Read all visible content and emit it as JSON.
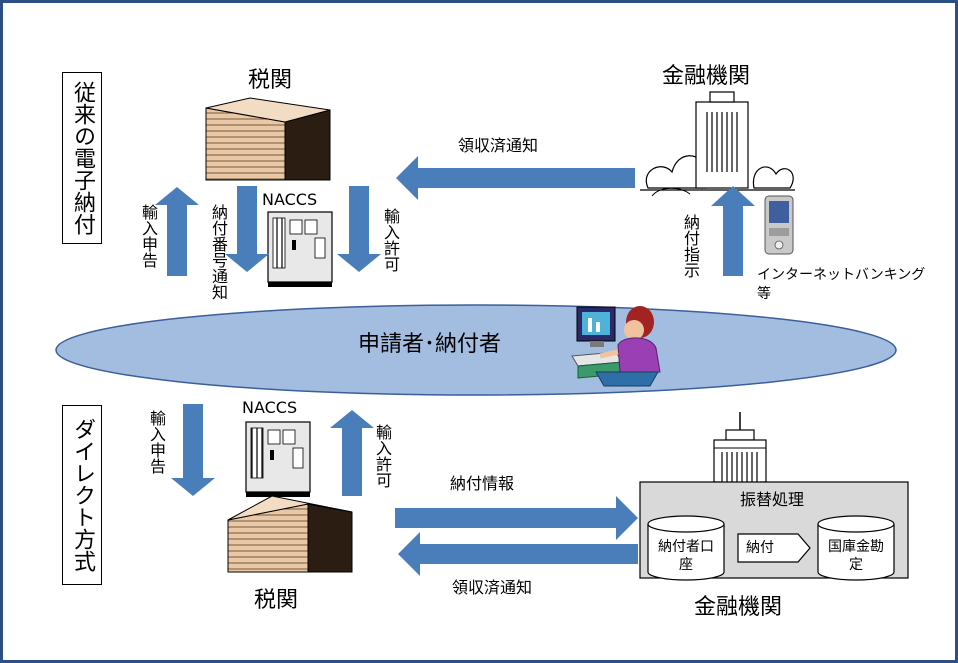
{
  "top": {
    "section_label": "従来の電子納付",
    "customs_label": "税関",
    "bank_label": "金融機関",
    "naccs_label": "NACCS",
    "import_declaration": "輸入申告",
    "payment_number_notice": "納付番号通知",
    "import_permission": "輸入許可",
    "receipt_notice": "領収済通知",
    "payment_instruction": "納付指示",
    "internet_banking": "インターネットバンキング",
    "internet_banking_etc": "等"
  },
  "center": {
    "applicant_label": "申請者･納付者"
  },
  "bottom": {
    "section_label": "ダイレクト方式",
    "customs_label": "税関",
    "bank_label": "金融機関",
    "naccs_label": "NACCS",
    "import_declaration": "輸入申告",
    "import_permission": "輸入許可",
    "payment_info": "納付情報",
    "receipt_notice": "領収済通知",
    "transfer_processing": "振替処理",
    "payer_account": "納付者口座",
    "payment": "納付",
    "treasury_account": "国庫金勘定"
  },
  "colors": {
    "frame": "#2d4f86",
    "arrow": "#4a7ebb",
    "ellipse": "#a3bde0",
    "building": "#e9c8a8",
    "gray_box": "#d9d9d9"
  }
}
